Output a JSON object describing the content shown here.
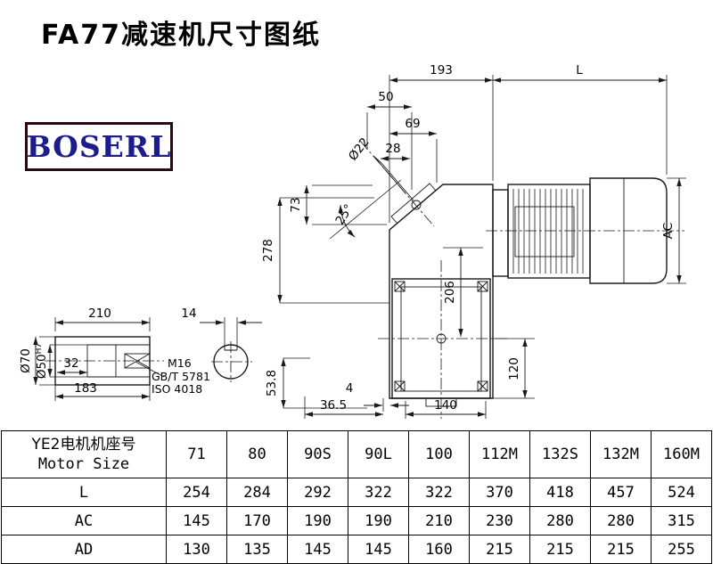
{
  "title": "FA77减速机尺寸图纸",
  "logo_text": "BOSERL",
  "dims": {
    "d193": "193",
    "dL": "L",
    "d50": "50",
    "d69": "69",
    "d22": "Ø22",
    "d28": "28",
    "d73": "73",
    "d25": "25°",
    "d278": "278",
    "d206": "206",
    "dAC": "AC",
    "d120": "120",
    "d4": "4",
    "d36_5": "36.5",
    "d140": "140",
    "d53_8": "53.8",
    "d210": "210",
    "d14": "14",
    "d70": "Ø70",
    "d50b": "Ø50",
    "d50tol": "H7",
    "d32": "32",
    "d183": "183",
    "m16": "M16",
    "gb": "GB/T 5781",
    "iso": "ISO 4018"
  },
  "table": {
    "header_cn": "YE2电机机座号",
    "header_en": "Motor Size",
    "columns": [
      "71",
      "80",
      "90S",
      "90L",
      "100",
      "112M",
      "132S",
      "132M",
      "160M"
    ],
    "rows": [
      {
        "label": "L",
        "values": [
          "254",
          "284",
          "292",
          "322",
          "322",
          "370",
          "418",
          "457",
          "524"
        ]
      },
      {
        "label": "AC",
        "values": [
          "145",
          "170",
          "190",
          "190",
          "210",
          "230",
          "280",
          "280",
          "315"
        ]
      },
      {
        "label": "AD",
        "values": [
          "130",
          "135",
          "145",
          "145",
          "160",
          "215",
          "215",
          "215",
          "255"
        ]
      }
    ]
  }
}
